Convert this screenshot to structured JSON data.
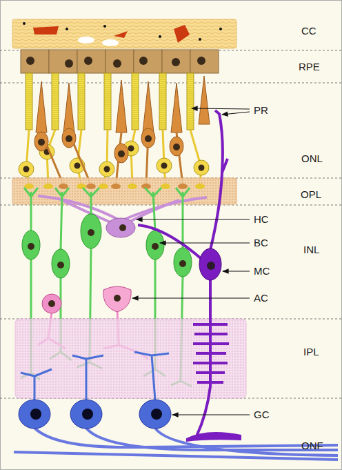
{
  "diagram": {
    "labels": [
      "CC",
      "RPE",
      "PR",
      "ONL",
      "OPL",
      "HC",
      "BC",
      "INL",
      "MC",
      "AC",
      "IPL",
      "GC",
      "ONF"
    ]
  }
}
